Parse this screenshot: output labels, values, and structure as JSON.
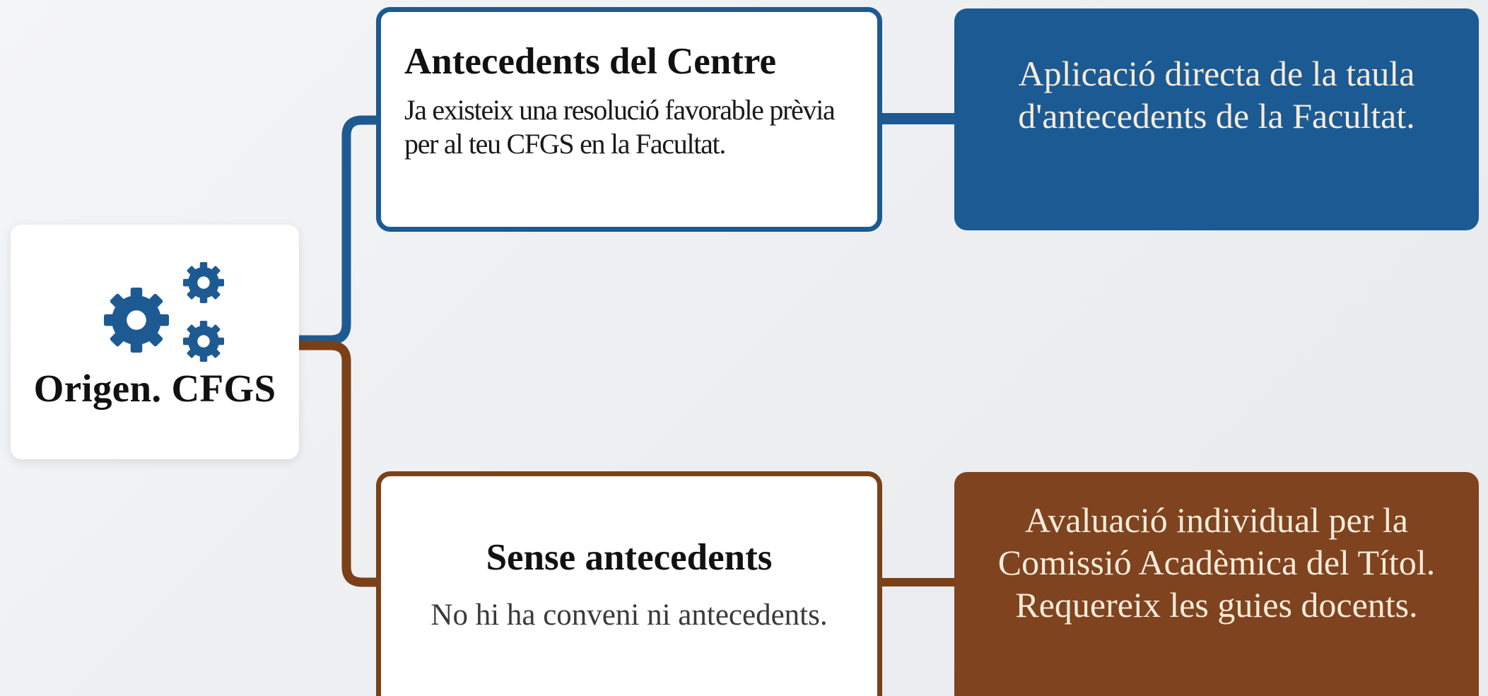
{
  "colors": {
    "blue": "#1e5a92",
    "blue_fill": "#1c5a94",
    "brown": "#7b4018",
    "brown_fill": "#7f4320",
    "result_text": "#f6ecd9"
  },
  "origin": {
    "icon": "gears-icon",
    "label": "Origen. CFGS"
  },
  "branches": [
    {
      "heading": "Antecedents del Centre",
      "description": "Ja existeix una resolució favorable prèvia per al teu CFGS en la Facultat.",
      "outcome": "Aplicació directa de la taula d'antecedents de la Facultat."
    },
    {
      "heading": "Sense antecedents",
      "description": "No hi ha conveni ni antecedents.",
      "outcome": "Avaluació individual per la Comissió Acadèmica del Títol. Requereix les guies docents."
    }
  ]
}
